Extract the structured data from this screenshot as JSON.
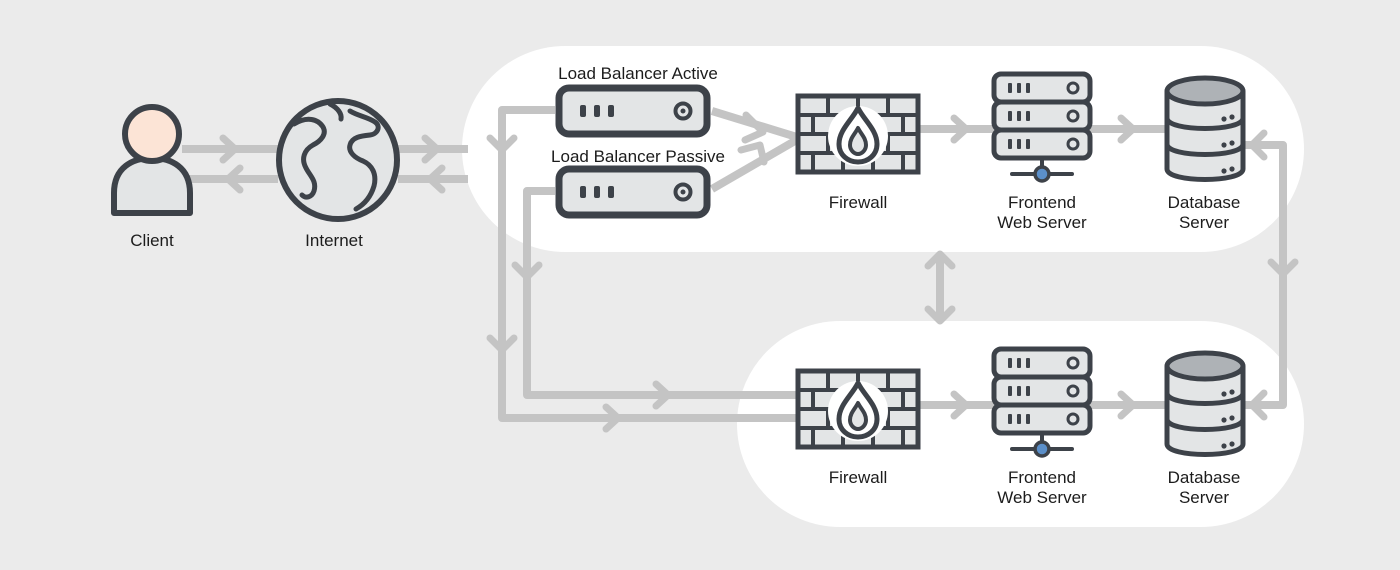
{
  "diagram": {
    "client": {
      "label": "Client",
      "icon": "user-icon"
    },
    "internet": {
      "label": "Internet",
      "icon": "globe-icon"
    },
    "lb_active": {
      "label": "Load Balancer Active",
      "icon": "server-unit-icon"
    },
    "lb_passive": {
      "label": "Load Balancer Passive",
      "icon": "server-unit-icon"
    },
    "site_a": {
      "firewall": {
        "label": "Firewall",
        "icon": "firewall-icon"
      },
      "web_server": {
        "line1": "Frontend",
        "line2": "Web Server",
        "icon": "server-rack-icon"
      },
      "database": {
        "line1": "Database",
        "line2": "Server",
        "icon": "database-icon"
      }
    },
    "site_b": {
      "firewall": {
        "label": "Firewall",
        "icon": "firewall-icon"
      },
      "web_server": {
        "line1": "Frontend",
        "line2": "Web Server",
        "icon": "server-rack-icon"
      },
      "database": {
        "line1": "Database",
        "line2": "Server",
        "icon": "database-icon"
      }
    }
  },
  "colors": {
    "background": "#ebebeb",
    "panel": "#ffffff",
    "connector": "#c4c4c4",
    "outline": "#3d4249",
    "icon_fill": "#e3e5e6",
    "accent_skin": "#fce4d6",
    "accent_blue": "#5b8fc9"
  }
}
